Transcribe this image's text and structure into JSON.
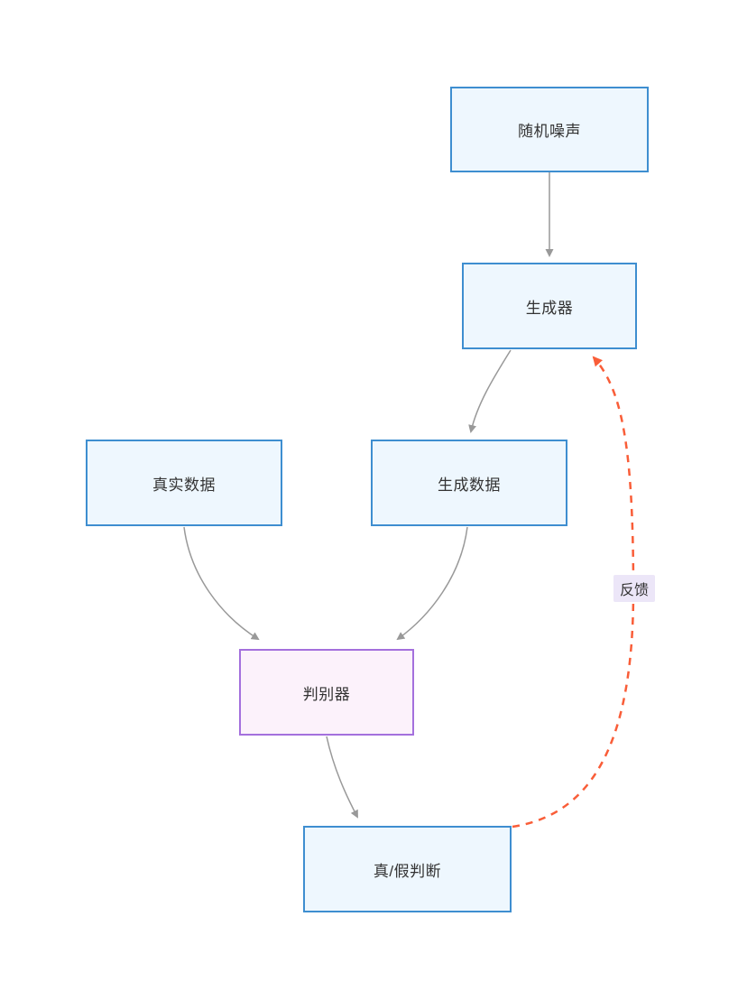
{
  "diagram": {
    "type": "flowchart",
    "title": "GAN flow diagram",
    "nodes": [
      {
        "id": "random-noise",
        "label": "随机噪声",
        "shape": "rect",
        "color": "blue"
      },
      {
        "id": "generator",
        "label": "生成器",
        "shape": "rect",
        "color": "blue"
      },
      {
        "id": "real-data",
        "label": "真实数据",
        "shape": "rect",
        "color": "blue"
      },
      {
        "id": "generated-data",
        "label": "生成数据",
        "shape": "rect",
        "color": "blue"
      },
      {
        "id": "discriminator",
        "label": "判别器",
        "shape": "rect",
        "color": "purple"
      },
      {
        "id": "judgment",
        "label": "真/假判断",
        "shape": "rect",
        "color": "blue"
      }
    ],
    "edges": [
      {
        "from": "random-noise",
        "to": "generator",
        "style": "solid",
        "label": ""
      },
      {
        "from": "generator",
        "to": "generated-data",
        "style": "solid",
        "label": ""
      },
      {
        "from": "real-data",
        "to": "discriminator",
        "style": "solid",
        "label": ""
      },
      {
        "from": "generated-data",
        "to": "discriminator",
        "style": "solid",
        "label": ""
      },
      {
        "from": "discriminator",
        "to": "judgment",
        "style": "solid",
        "label": ""
      },
      {
        "from": "judgment",
        "to": "generator",
        "style": "dashed",
        "label": "反馈"
      }
    ],
    "colors": {
      "node_border_blue": "#3e8ed0",
      "node_fill_blue": "#eef7fe",
      "node_border_purple": "#a470dd",
      "node_fill_purple": "#fcf2fb",
      "edge_gray": "#999999",
      "edge_feedback": "#f95d38",
      "edge_label_bg": "#ece6f8",
      "text": "#333333",
      "background": "#ffffff"
    }
  }
}
